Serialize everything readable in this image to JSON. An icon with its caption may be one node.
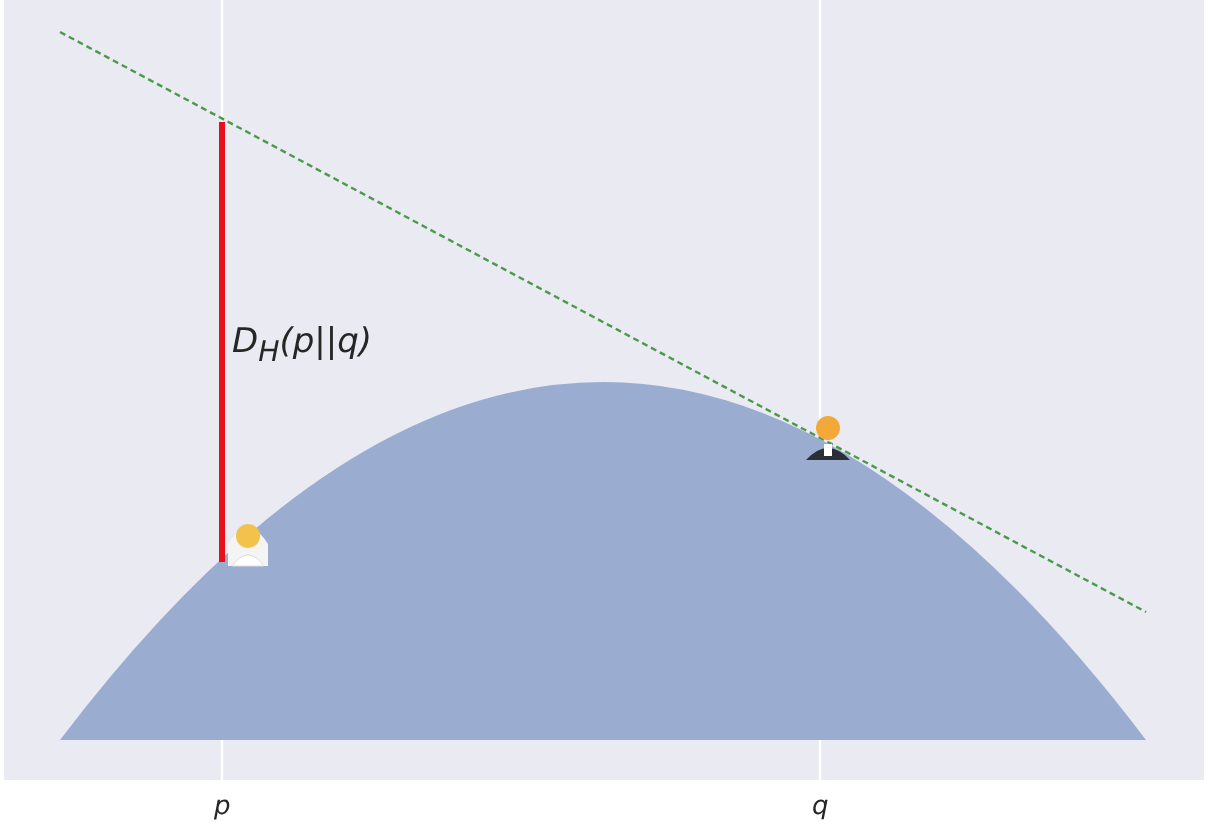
{
  "diagram": {
    "labels": [
      "D$_{H}$(p||q)",
      "p",
      "q"
    ]
  }
}
